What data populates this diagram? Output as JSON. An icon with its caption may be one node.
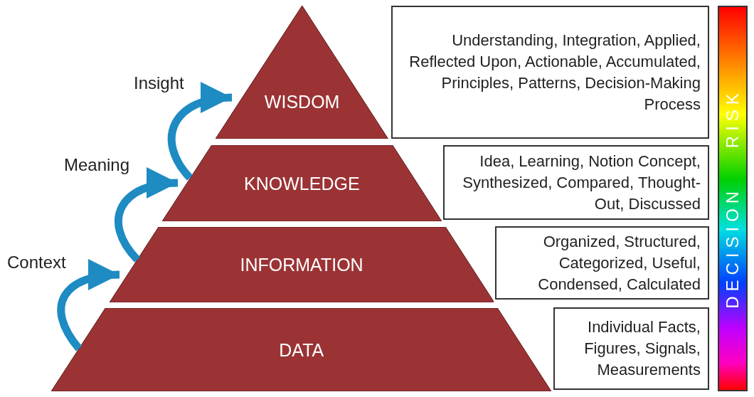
{
  "diagram": {
    "nodes": [
      {
        "text": [
          "WISDOM"
        ]
      },
      {
        "text": [
          "Understanding, Integration, Applied, Reflected Upon, Actionable, Accumulated, Principles, Patterns, Decision-Making Process"
        ]
      },
      {
        "text": [
          "KNOWLEDGE"
        ]
      },
      {
        "text": [
          "Idea, Learning, Notion Concept, Synthesized, Compared, Thought-Out, Discussed"
        ]
      },
      {
        "text": [
          "INFORMATION"
        ]
      },
      {
        "text": [
          "Organized, Structured, Categorized, Useful, Condensed, Calculated"
        ]
      },
      {
        "text": [
          "DATA"
        ]
      },
      {
        "text": [
          "Individual Facts, Figures, Signals, Measurements"
        ]
      },
      {
        "text": [
          "DECISION RISK"
        ]
      }
    ],
    "edges": [
      {
        "from": 6,
        "to": 4,
        "arrow": "to",
        "label": "Context"
      },
      {
        "from": 4,
        "to": 2,
        "arrow": "to",
        "label": "Meaning"
      },
      {
        "from": 2,
        "to": 0,
        "arrow": "to",
        "label": "Insight"
      }
    ]
  }
}
